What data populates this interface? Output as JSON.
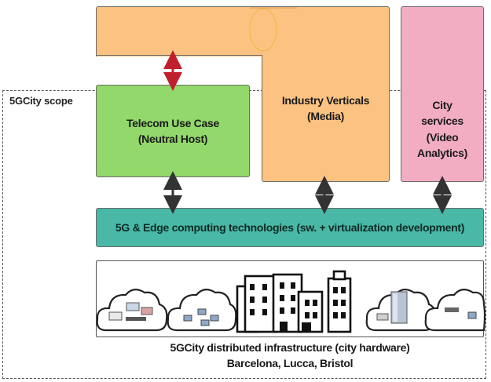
{
  "scope": {
    "label": "5GCity scope"
  },
  "top_row": {
    "telecom": {
      "line1": "Telecom Use Case",
      "line2": "(Neutral Host)"
    },
    "industry": {
      "line1": "Industry Verticals",
      "line2": "(Media)"
    },
    "city_services": {
      "line1": "City",
      "line2": "services",
      "line3": "(Video",
      "line4": "Analytics)"
    }
  },
  "middle": {
    "label": "5G & Edge computing technologies (sw. + virtualization development)"
  },
  "infrastructure": {
    "caption_line1": "5GCity distributed infrastructure (city hardware)",
    "caption_line2": "Barcelona, Lucca, Bristol"
  },
  "colors": {
    "orange": "#fcc281",
    "green": "#93d86a",
    "pink": "#f2adc3",
    "teal": "#4ab8a6",
    "red_arrow": "#c0202c",
    "dark_arrow": "#333333"
  },
  "icons": [
    "cloud-hardware-icon",
    "cloud-network-icon",
    "city-buildings-icon",
    "cloud-server-icon",
    "cloud-device-icon"
  ]
}
